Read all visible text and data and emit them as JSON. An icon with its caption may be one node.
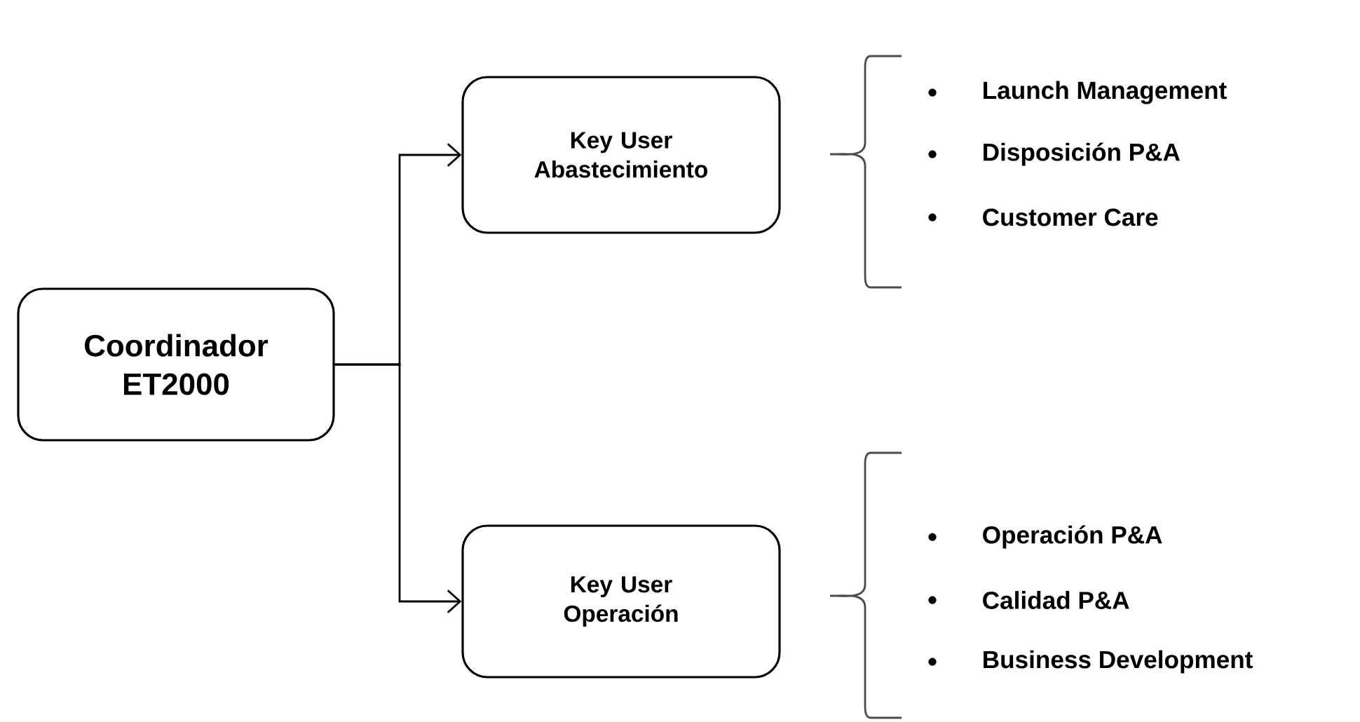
{
  "diagram": {
    "nodes": [
      {
        "text": [
          "Coordinador ET2000"
        ]
      },
      {
        "text": [
          "Key User Abastecimiento"
        ]
      },
      {
        "text": [
          "Key User Operación"
        ]
      }
    ],
    "edges": [
      {
        "from": 0,
        "to": 1,
        "arrow": "to"
      },
      {
        "from": 0,
        "to": 2,
        "arrow": "to"
      }
    ],
    "labels": [
      "Launch Management",
      "Disposición  P&A",
      "Customer Care",
      "Operación P&A",
      "Calidad P&A",
      "Business Development"
    ]
  }
}
